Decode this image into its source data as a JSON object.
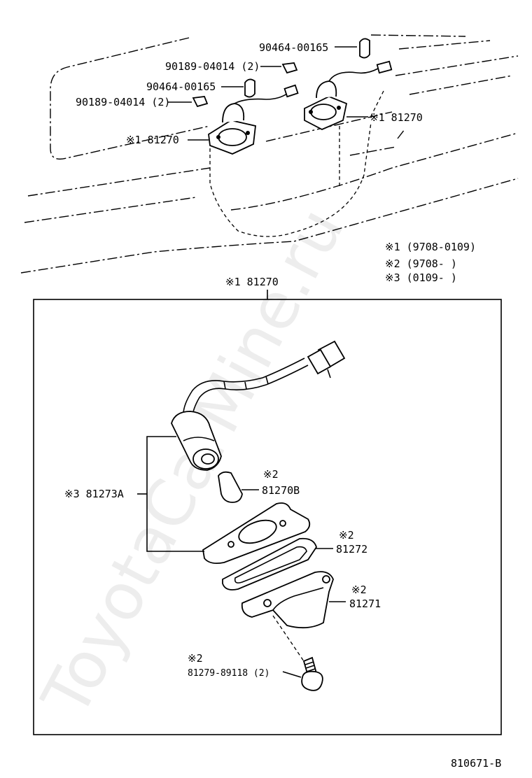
{
  "watermark": "ToyotaCarMine.ru",
  "labels": {
    "clip_top": "90464-00165",
    "screw_top": "90189-04014 (2)",
    "clip_left": "90464-00165",
    "screw_left": "90189-04014 (2)",
    "lamp_right": "※1  81270",
    "lamp_left": "※1 81270",
    "note1": "※1  (9708-0109)",
    "note2": "※2  (9708-     )",
    "note3": "※3  (0109-     )",
    "box_title": "※1 81270",
    "socket": "※3 81273A",
    "bulb_mark": "※2",
    "bulb": "81270B",
    "gasket_mark": "※2",
    "gasket": "81272",
    "housing_mark": "※2",
    "housing": "81271",
    "bolt_mark": "※2",
    "bolt": "81279-89118 (2)",
    "figure_id": "810671-B"
  }
}
